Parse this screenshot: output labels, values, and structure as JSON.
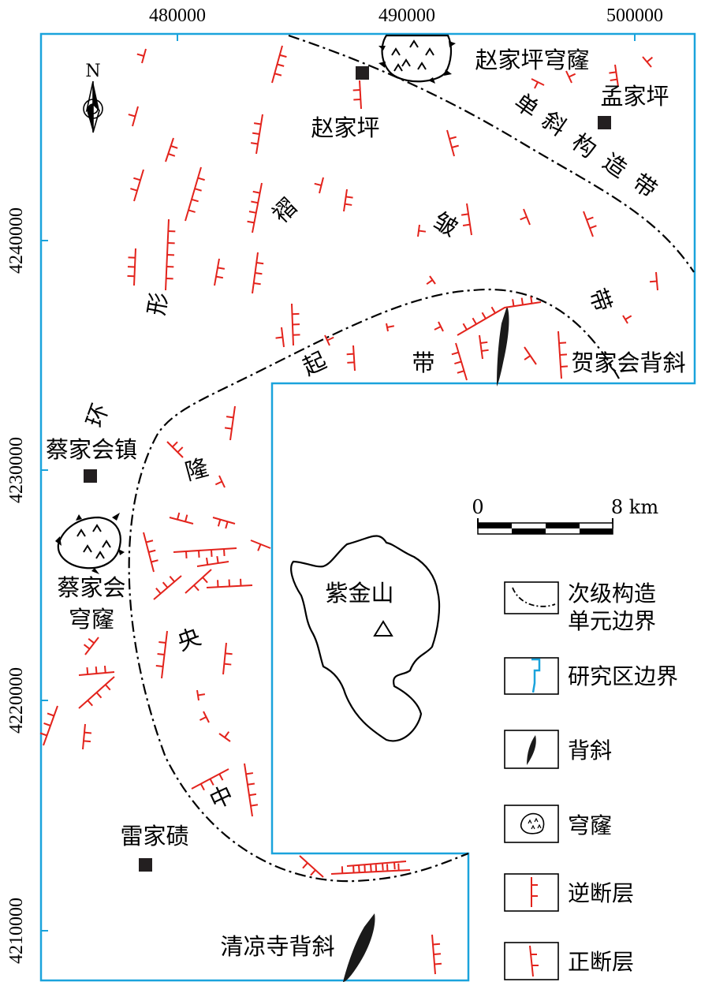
{
  "colors": {
    "study_boundary": "#1aa3dc",
    "fault": "#e3231c",
    "ink": "#000000",
    "anticline": "#1a1a1a"
  },
  "axes": {
    "x_ticks": [
      "480000",
      "490000",
      "500000"
    ],
    "y_ticks": [
      "4240000",
      "4230000",
      "4220000",
      "4210000"
    ]
  },
  "north": "N",
  "places": {
    "zhaojiaping": "赵家坪",
    "mengjiaping": "孟家坪",
    "caijiahui_town": "蔡家会镇",
    "leijiaqi": "雷家碛",
    "zijinshan": "紫金山"
  },
  "structures": {
    "zhaojiaping_dome": "赵家坪穹窿",
    "caijiahui_dome": [
      "蔡家会",
      "穹窿"
    ],
    "hejiahui_anticline": "贺家会背斜",
    "qingliangsi_anticline": "清凉寺背斜",
    "monocline_chars": [
      "单",
      "斜",
      "构",
      "造",
      "带"
    ],
    "arc_fold_chars": [
      "环",
      "形",
      "褶",
      "皱",
      "带"
    ],
    "uplift_chars": [
      "起",
      "带"
    ],
    "central_uplift_chars": [
      "隆",
      "央",
      "中"
    ]
  },
  "scale": {
    "zero": "0",
    "end": "8 km"
  },
  "legend": [
    {
      "icon": "boundary-line-icon",
      "label": [
        "次级构造",
        "单元边界"
      ]
    },
    {
      "icon": "study-boundary-icon",
      "label": [
        "研究区边界"
      ]
    },
    {
      "icon": "anticline-icon",
      "label": [
        "背斜"
      ]
    },
    {
      "icon": "dome-icon",
      "label": [
        "穹窿"
      ]
    },
    {
      "icon": "thrust-fault-icon",
      "label": [
        "逆断层"
      ]
    },
    {
      "icon": "normal-fault-icon",
      "label": [
        "正断层"
      ]
    }
  ]
}
